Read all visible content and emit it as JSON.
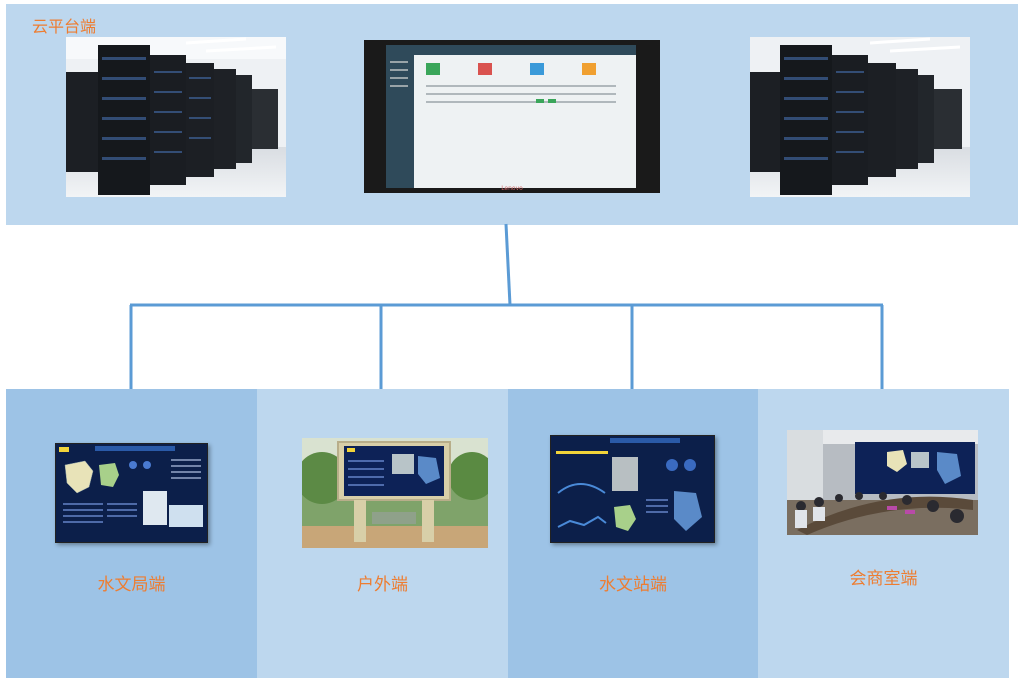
{
  "cloud": {
    "label": "云平台端"
  },
  "terminals": [
    {
      "label": "水文局端"
    },
    {
      "label": "户外端"
    },
    {
      "label": "水文站端"
    },
    {
      "label": "会商室端"
    }
  ],
  "monitor": {
    "brand": "Lenovo"
  },
  "colors": {
    "label": "#ed7d31",
    "connector": "#5b9bd5",
    "panel_light": "#bdd7ee",
    "panel_dark": "#9dc3e6"
  }
}
